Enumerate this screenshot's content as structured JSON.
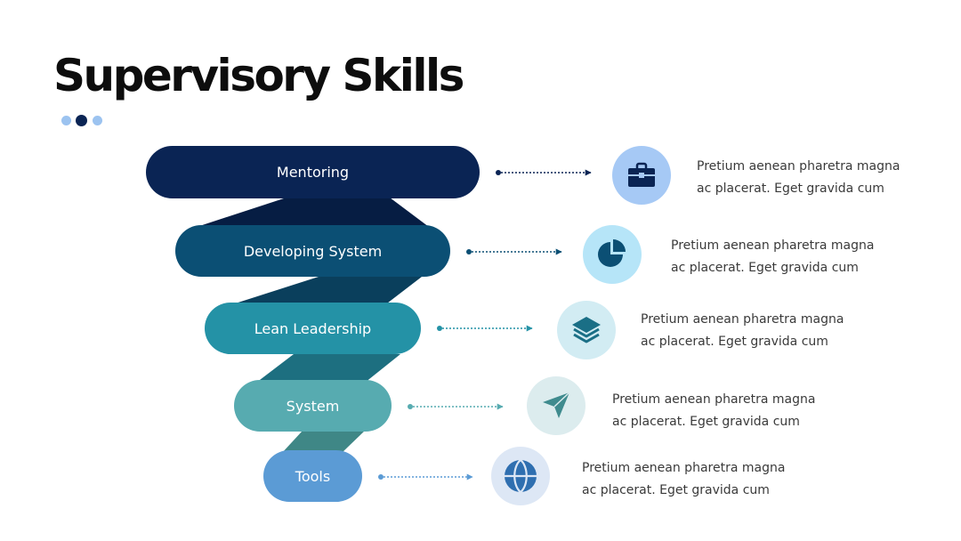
{
  "title": "Supervisory Skills",
  "colors": {
    "mentoring": "#0a2454",
    "developing_system": "#0b4f74",
    "lean_leadership": "#2492a6",
    "system": "#57abb0",
    "tools": "#5b9bd5"
  },
  "levels": [
    {
      "label": "Mentoring",
      "icon": "briefcase-icon",
      "description": "Pretium aenean pharetra magna ac placerat. Eget gravida cum"
    },
    {
      "label": "Developing System",
      "icon": "pie-chart-icon",
      "description": "Pretium aenean pharetra magna ac placerat. Eget gravida cum"
    },
    {
      "label": "Lean Leadership",
      "icon": "layers-icon",
      "description": "Pretium aenean pharetra magna ac placerat. Eget gravida cum"
    },
    {
      "label": "System",
      "icon": "paper-plane-icon",
      "description": "Pretium aenean pharetra magna ac placerat. Eget gravida cum"
    },
    {
      "label": "Tools",
      "icon": "globe-icon",
      "description": "Pretium aenean pharetra magna ac placerat. Eget gravida cum"
    }
  ]
}
